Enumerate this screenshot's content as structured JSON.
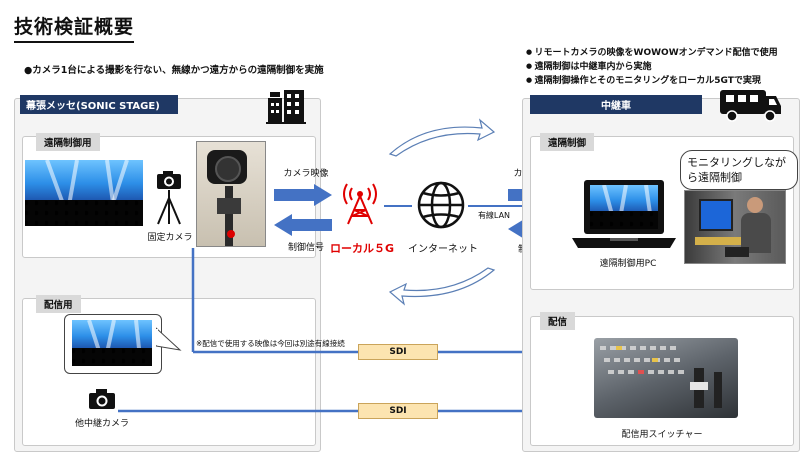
{
  "title": "技術検証概要",
  "subtitle": "●カメラ1台による撮影を行ない、無線かつ遠方からの遠隔制御を実施",
  "bullets": [
    "リモートカメラの映像をWOWOWオンデマンド配信で使用",
    "遠隔制御は中継車内から実施",
    "遠隔制御操作とそのモニタリングをローカル5GTで実現"
  ],
  "left_panel": {
    "title": "幕張メッセ(SONIC STAGE)",
    "remote_box": {
      "tag": "遠隔制御用",
      "fixed_camera": "固定カメラ"
    },
    "broadcast_box": {
      "tag": "配信用",
      "note": "※配信で使用する映像は今回は別途有線接続",
      "other_camera": "他中継カメラ"
    }
  },
  "right_panel": {
    "title": "中継車",
    "remote_box": {
      "tag": "遠隔制御",
      "pc_label": "遠隔制御用PC",
      "bubble": "モニタリングしながら遠隔制御"
    },
    "broadcast_box": {
      "tag": "配信",
      "switcher": "配信用スイッチャー"
    }
  },
  "center": {
    "camera_video_left": "カメラ映像",
    "control_signal_left": "制御信号",
    "local5g": "ローカル５G",
    "internet": "インターネット",
    "wired_lan": "有線LAN",
    "camera_video_right": "カメラ映像",
    "control_signal_right": "制御信号"
  },
  "sdi_labels": [
    "SDI",
    "SDI"
  ],
  "colors": {
    "navy": "#1f3864",
    "arrow_blue": "#4472c4",
    "red": "#e00000",
    "sdi_fill": "#fce4b0"
  }
}
